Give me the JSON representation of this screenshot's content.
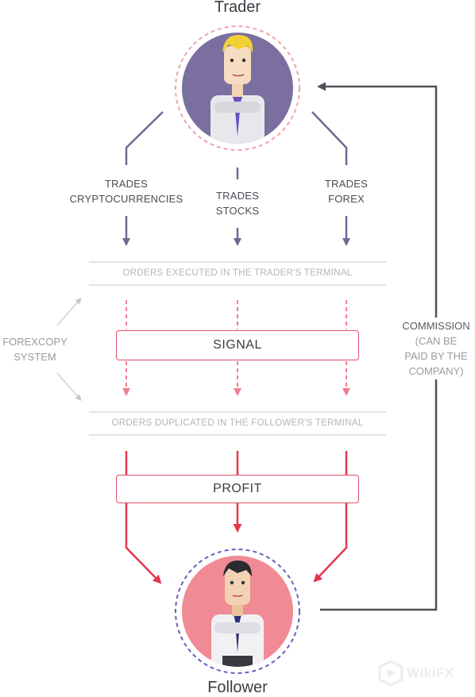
{
  "diagram": {
    "trader_title": "Trader",
    "follower_title": "Follower",
    "trade_labels": [
      {
        "line1": "TRADES",
        "line2": "CRYPTOCURRENCIES"
      },
      {
        "line1": "TRADES",
        "line2": "STOCKS"
      },
      {
        "line1": "TRADES",
        "line2": "FOREX"
      }
    ],
    "executed_band": "ORDERS EXECUTED IN THE TRADER'S TERMINAL",
    "signal_box": "SIGNAL",
    "duplicated_band": "ORDERS DUPLICATED IN THE FOLLOWER'S TERMINAL",
    "profit_box": "PROFIT",
    "system_label": {
      "line1": "FOREXCOPY",
      "line2": "SYSTEM"
    },
    "commission": {
      "line1": "COMMISSION",
      "line2": "(CAN BE",
      "line3": "PAID BY THE",
      "line4": "COMPANY)"
    },
    "watermark": "WikiFX"
  },
  "colors": {
    "trader_circle": "#7a6f9f",
    "trader_ring": "#f2a3ad",
    "follower_circle": "#f08a94",
    "follower_ring": "#6a5fc0",
    "trade_arrow": "#6f6892",
    "signal_arrow": "#f07f8f",
    "profit_arrow": "#e2384f",
    "commission_line": "#505058",
    "band_line": "#dcdce0",
    "system_arrow": "#c8c8cc"
  }
}
